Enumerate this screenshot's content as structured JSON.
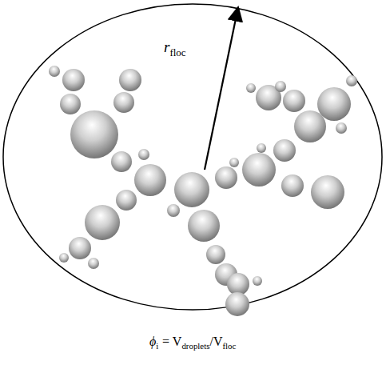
{
  "diagram": {
    "labels": [
      "r",
      "floc",
      "ϕ",
      "i",
      "= V",
      "droplets",
      "/V",
      "floc"
    ]
  }
}
